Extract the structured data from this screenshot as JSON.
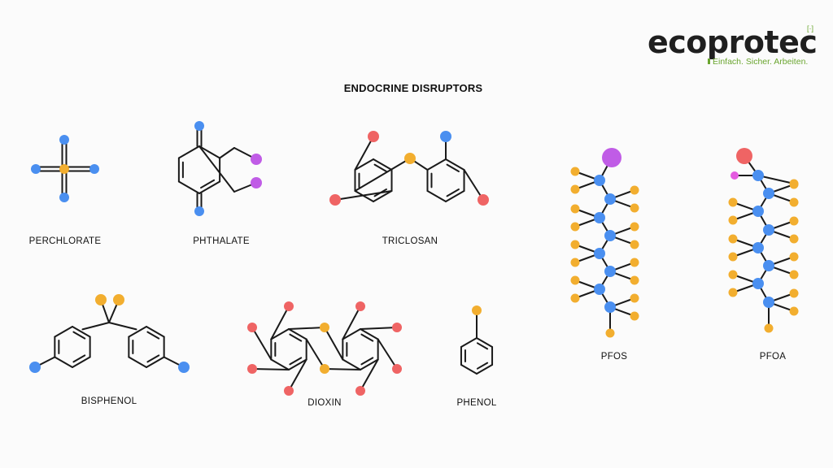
{
  "brand": {
    "name": "ecoprotec",
    "mark": "[·]",
    "tagline": "Einfach. Sicher. Arbeiten."
  },
  "title": "ENDOCRINE DISRUPTORS",
  "molecules": {
    "perchlorate": "PERCHLORATE",
    "phthalate": "PHTHALATE",
    "triclosan": "TRICLOSAN",
    "pfos": "PFOS",
    "pfoa": "PFOA",
    "bisphenol": "BISPHENOL",
    "dioxin": "DIOXIN",
    "phenol": "PHENOL"
  },
  "atom_colors": {
    "blue": "#4a8ff0",
    "orange": "#f2ae2f",
    "red": "#ef6464",
    "purple": "#c05ce6",
    "magenta": "#e45be0"
  }
}
